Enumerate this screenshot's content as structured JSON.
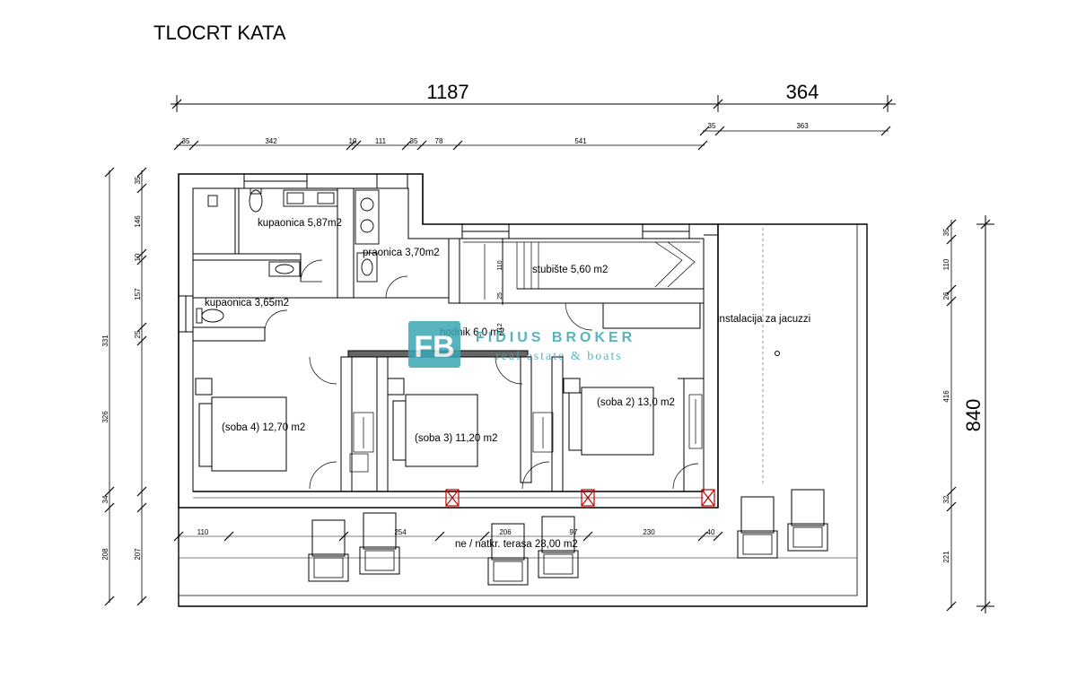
{
  "title": "TLOCRT KATA",
  "dims": {
    "top_total_left": "1187",
    "top_total_right": "364",
    "right_total": "840",
    "top_row": [
      "35",
      "342",
      "10",
      "111",
      "35",
      "78",
      "541",
      "35",
      "363"
    ],
    "left_outer": [
      "35",
      "146",
      "10",
      "157",
      "331",
      "25",
      "326",
      "34",
      "208"
    ],
    "left_inner": [
      "207"
    ],
    "right_row": [
      "35",
      "110",
      "26",
      "416",
      "32",
      "221"
    ],
    "bottom_row": [
      "110",
      "254",
      "206",
      "97",
      "230",
      "40"
    ],
    "stair_small": [
      "110",
      "25",
      "112"
    ]
  },
  "rooms": {
    "bath1": "kupaonica 5,87m2",
    "laundry": "praonica 3,70m2",
    "stair": "stubište 5,60 m2",
    "bath2": "kupaonica 3,65m2",
    "hall": "hodnik 6,0 m2",
    "jacuzzi": "instalacija za jacuzzi",
    "room2": "(soba 2)  13,0 m2",
    "room3": "(soba 3)  11,20 m2",
    "room4": "(soba 4)  12,70 m2",
    "terrace": "ne / natkr. terasa  28,00 m2"
  },
  "watermark": {
    "logo_letters": "FB",
    "name": "FIDIUS BROKER",
    "tagline": "real estate & boats",
    "color": "#3aa7b5"
  }
}
